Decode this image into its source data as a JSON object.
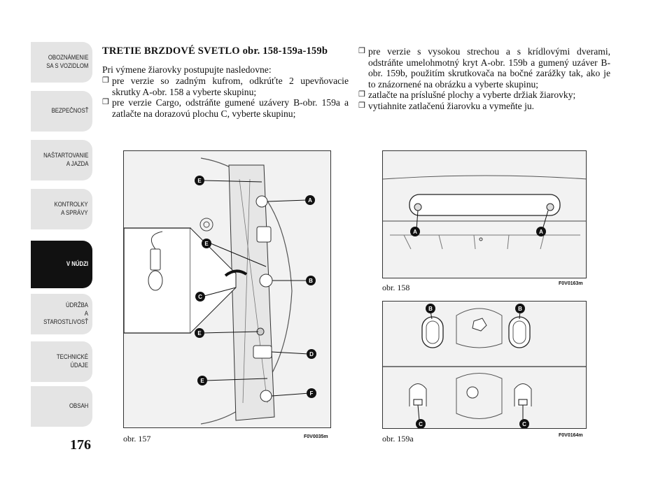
{
  "sidebar": {
    "tabs": [
      {
        "label": "OBOZNÁMENIE\nSA S VOZIDLOM",
        "active": false
      },
      {
        "label": "BEZPEČNOSŤ",
        "active": false
      },
      {
        "label": "NAŠTARTOVANIE\nA JAZDA",
        "active": false
      },
      {
        "label": "KONTROLKY\nA SPRÁVY",
        "active": false
      },
      {
        "label": "V NÚDZI",
        "active": true
      },
      {
        "label": "ÚDRŽBA\nA STAROSTLIVOSŤ",
        "active": false
      },
      {
        "label": "TECHNICKÉ\nÚDAJE",
        "active": false
      },
      {
        "label": "OBSAH",
        "active": false
      }
    ]
  },
  "page": {
    "number": "176"
  },
  "content": {
    "title": "TRETIE BRZDOVÉ SVETLO obr. 158-159a-159b",
    "intro": "Pri výmene žiarovky postupujte nasledovne:",
    "left_bullets": [
      "pre verzie so zadným kufrom, odkrúťte 2 upevňovacie skrutky A-obr. 158 a vyberte skupinu;",
      "pre verzie Cargo, odstráňte gumené uzávery B-obr. 159a a zatlačte na dorazovú plochu C, vyberte skupinu;"
    ],
    "right_bullets": [
      "pre verzie s vysokou strechou a s krídlovými dverami, odstráňte umelohmotný kryt A-obr. 159b a gumený uzáver B-obr. 159b, použitím skrutkovača na bočné zarážky tak, ako je to znázornené na obrázku a vyberte skupinu;",
      "zatlačte na príslušné plochy a vyberte držiak žiarovky;",
      "vytiahnite zatlačenú žiarovku a vymeňte ju."
    ]
  },
  "figures": {
    "fig157": {
      "caption": "obr. 157",
      "code": "F0V0035m",
      "markers": [
        "E",
        "A",
        "E",
        "B",
        "C",
        "E",
        "D",
        "E",
        "F"
      ]
    },
    "fig158": {
      "caption": "obr. 158",
      "code": "F0V0163m",
      "markers": [
        "A",
        "A"
      ]
    },
    "fig159a": {
      "caption": "obr. 159a",
      "code": "F0V0164m",
      "markers": [
        "B",
        "B",
        "C",
        "C"
      ]
    }
  },
  "colors": {
    "marker": "#111111",
    "tab": "#e4e4e4",
    "tab_active": "#111111"
  }
}
